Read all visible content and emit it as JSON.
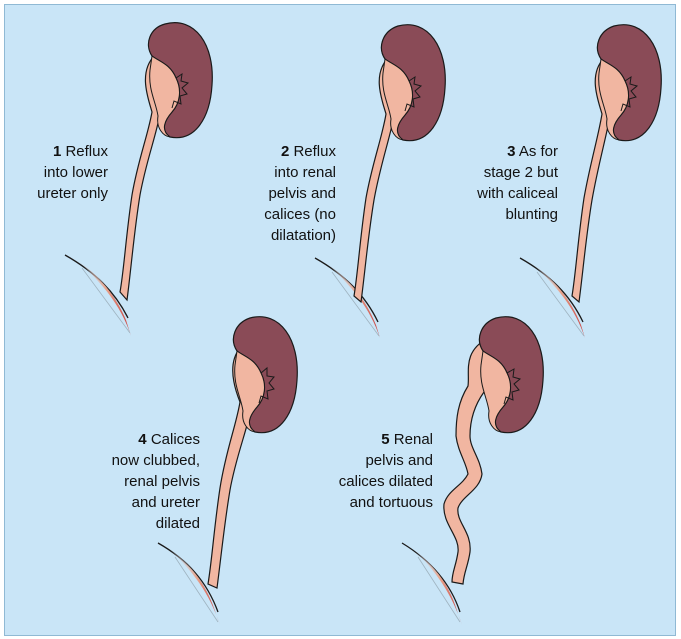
{
  "colors": {
    "background": "#c9e5f7",
    "border": "#8fb9d4",
    "kidney_cortex": "#8a4b57",
    "kidney_pelvis": "#f1b6a1",
    "ureter": "#f1b6a1",
    "bladder_wall": "#d4534e",
    "outline": "#1a1a1a"
  },
  "stages": [
    {
      "number": "1",
      "text": "Reflux\ninto lower\nureter only"
    },
    {
      "number": "2",
      "text": "Reflux\ninto renal\npelvis and\ncalices (no\ndilatation)"
    },
    {
      "number": "3",
      "text": "As for\nstage 2 but\nwith caliceal\nblunting"
    },
    {
      "number": "4",
      "text": "Calices\nnow clubbed,\nrenal pelvis\nand ureter\ndilated"
    },
    {
      "number": "5",
      "text": "Renal\npelvis and\ncalices dilated\nand tortuous"
    }
  ]
}
